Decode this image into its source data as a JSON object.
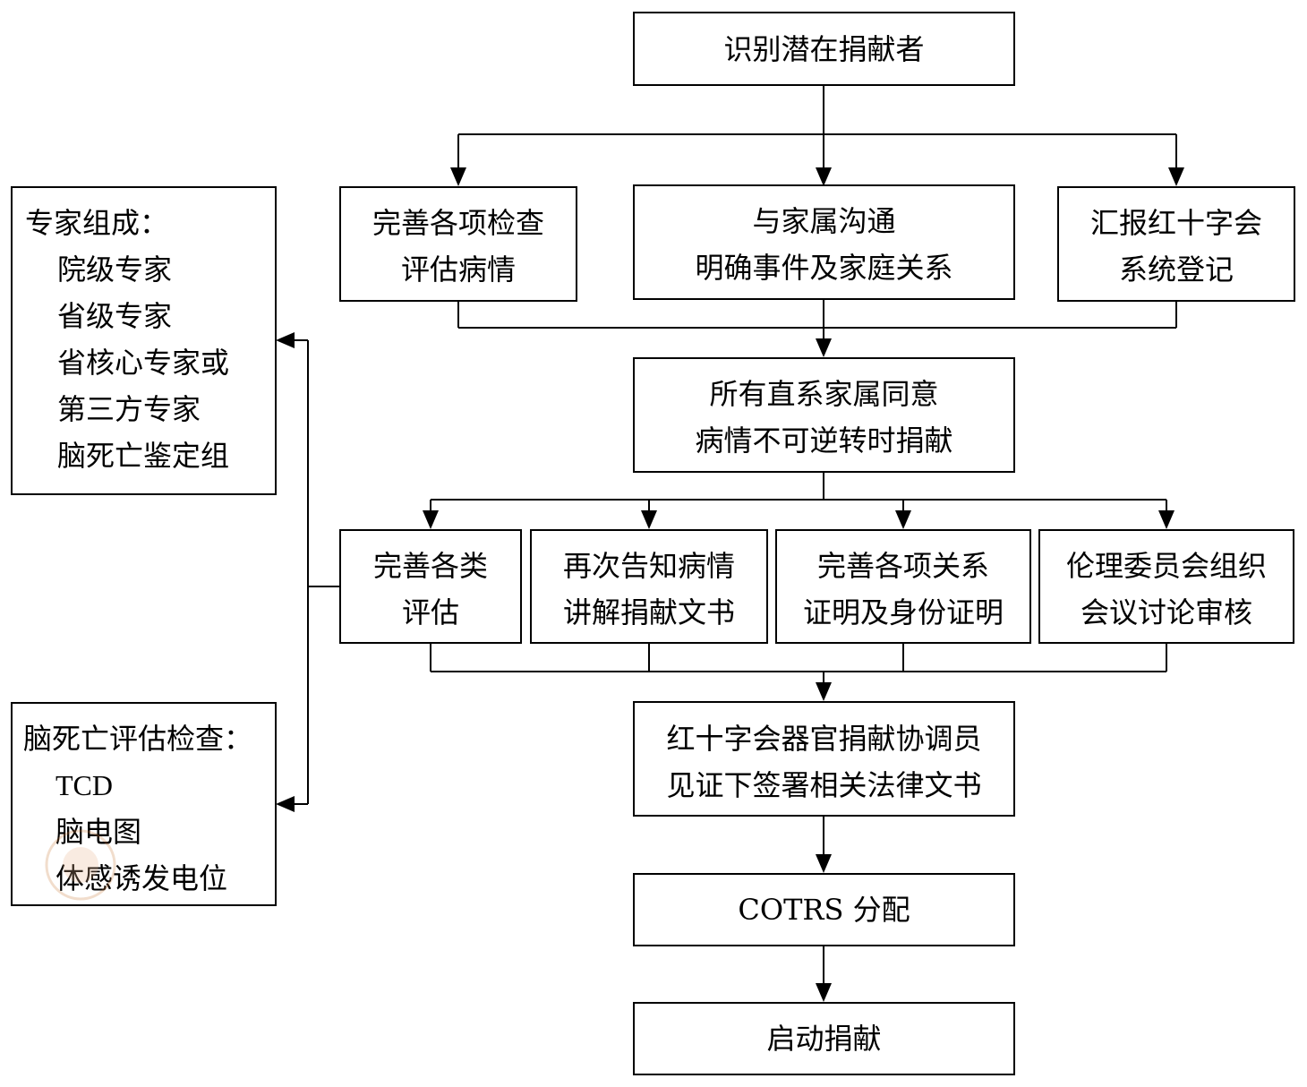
{
  "flow": {
    "identify": "识别潜在捐献者",
    "branch1": {
      "exam": [
        "完善各项检查",
        "评估病情"
      ],
      "family": [
        "与家属沟通",
        "明确事件及家庭关系"
      ],
      "report": [
        "汇报红十字会",
        "系统登记"
      ]
    },
    "consent": [
      "所有直系家属同意",
      "病情不可逆转时捐献"
    ],
    "branch2": {
      "assess": [
        "完善各类",
        "评估"
      ],
      "inform": [
        "再次告知病情",
        "讲解捐献文书"
      ],
      "relation": [
        "完善各项关系",
        "证明及身份证明"
      ],
      "ethics": [
        "伦理委员会组织",
        "会议讨论审核"
      ]
    },
    "sign": [
      "红十字会器官捐献协调员",
      "见证下签署相关法律文书"
    ],
    "allocate": "COTRS 分配",
    "start": "启动捐献"
  },
  "side": {
    "experts": {
      "title": "专家组成：",
      "items": [
        "院级专家",
        "省级专家",
        "省核心专家或",
        "第三方专家",
        "脑死亡鉴定组"
      ]
    },
    "exams": {
      "title": "脑死亡评估检查：",
      "items": [
        "TCD",
        "脑电图",
        "体感诱发电位"
      ]
    }
  }
}
